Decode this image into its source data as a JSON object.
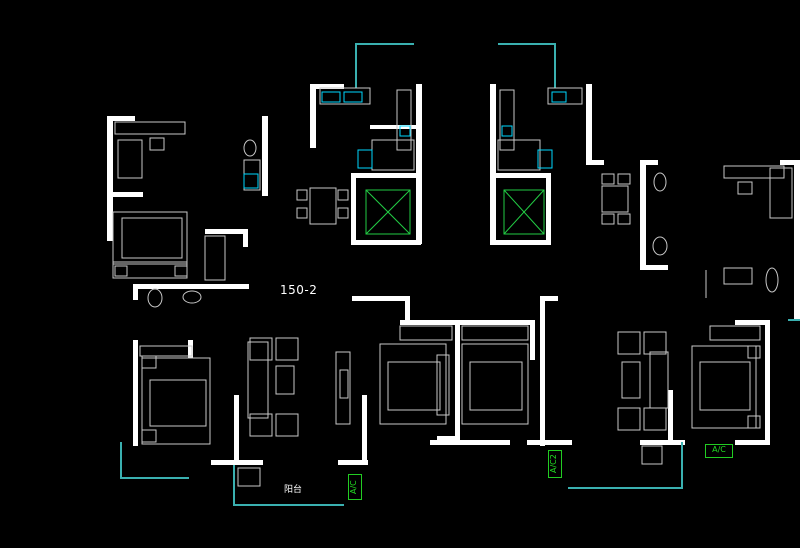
{
  "plan": {
    "unit_label": "150-2",
    "balcony_label": "阳台",
    "ac_labels": [
      "A/C",
      "A/C",
      "A/C2"
    ]
  },
  "colors": {
    "background": "#000000",
    "wall": "#ffffff",
    "fixture": "#00d8ff",
    "accent_line": "#3ab0b0",
    "elevator": "#22cc44",
    "ac_tag": "#22cc22"
  }
}
